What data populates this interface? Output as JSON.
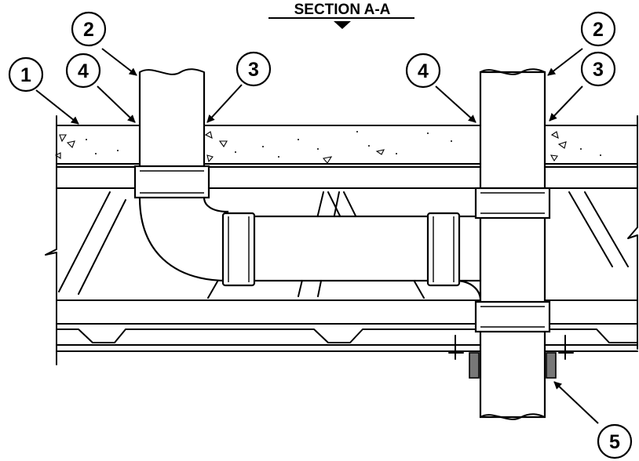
{
  "drawing": {
    "title": "SECTION A-A",
    "callouts": [
      "1",
      "2",
      "4",
      "3",
      "4",
      "2",
      "3",
      "5"
    ]
  }
}
